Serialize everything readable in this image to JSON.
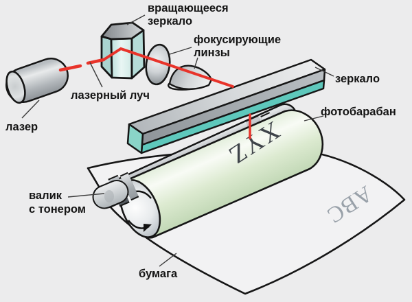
{
  "diagram": {
    "subject": "laser-printer-working-principle",
    "labels": {
      "rotating_mirror_line1": "вращающееся",
      "rotating_mirror_line2": "зеркало",
      "focusing_lenses_line1": "фокусирующие",
      "focusing_lenses_line2": "линзы",
      "laser_beam": "лазерный луч",
      "laser": "лазер",
      "mirror": "зеркало",
      "photo_drum": "фотобарабан",
      "toner_roller_line1": "валик",
      "toner_roller_line2": "с тонером",
      "paper": "бумага"
    },
    "print_text": {
      "on_drum": "XYZ",
      "on_paper": "ABC"
    },
    "colors": {
      "background": "#ececed",
      "paper_fill": "#f2f2f3",
      "outline": "#161616",
      "laser_beam_red": "#e8332a",
      "glass_teal": "#5ec8bc",
      "prism_teal": "#cfe9e6",
      "drum_green": "#dcead0",
      "metal_gray": "#a9aeb2",
      "print_text_gray": "#99a1a9",
      "drum_text_color": "#3f444a"
    }
  }
}
